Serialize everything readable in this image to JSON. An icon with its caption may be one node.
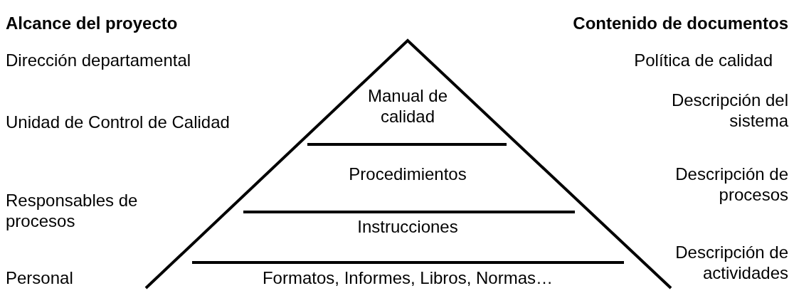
{
  "diagram": {
    "nodes": [
      {
        "text": [
          "Manual de calidad"
        ]
      },
      {
        "text": [
          "Procedimientos"
        ]
      },
      {
        "text": [
          "Instrucciones"
        ]
      },
      {
        "text": [
          "Formatos, Informes, Libros, Normas…"
        ]
      }
    ],
    "edges": [],
    "labels": [
      "Alcance del proyecto",
      "Contenido de documentos",
      "Dirección departamental",
      "Política de calidad",
      "Unidad de Control de Calidad",
      "Descripción del sistema",
      "Responsables de procesos",
      "Descripción de procesos",
      "Personal",
      "Descripción de actividades"
    ]
  }
}
